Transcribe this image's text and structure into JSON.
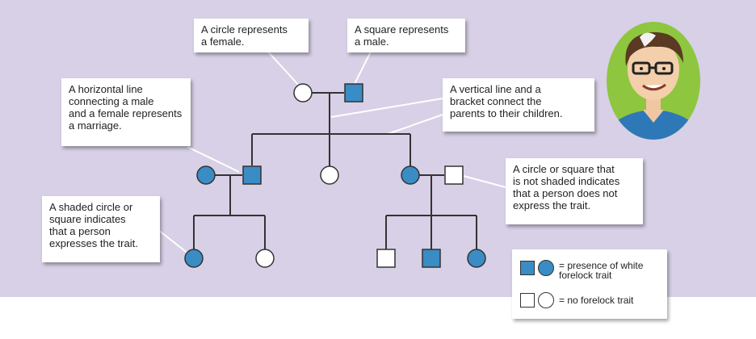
{
  "colors": {
    "background": "#d7d0e6",
    "shaded": "#3a8cc4",
    "unshaded": "#ffffff",
    "line": "#333333"
  },
  "callouts": {
    "circle": "A circle represents\na female.",
    "square": "A square represents\na male.",
    "marriage": "A horizontal line\nconnecting a male\nand a female represents\na marriage.",
    "vertical": "A vertical line and a\nbracket connect the\nparents to their children.",
    "shaded": "A shaded circle or\nsquare indicates\nthat a person\nexpresses the trait.",
    "unshaded": "A circle or square that\nis not shaded indicates\nthat a person does not\nexpress the trait."
  },
  "legend": {
    "presence": "= presence of white\nforelock trait",
    "absence": "= no forelock trait"
  },
  "pedigree": [
    {
      "generation": 1,
      "sex": "female",
      "shaded": false
    },
    {
      "generation": 1,
      "sex": "male",
      "shaded": true
    },
    {
      "generation": 2,
      "sex": "female",
      "shaded": true
    },
    {
      "generation": 2,
      "sex": "male",
      "shaded": true
    },
    {
      "generation": 2,
      "sex": "female",
      "shaded": false
    },
    {
      "generation": 2,
      "sex": "female",
      "shaded": true
    },
    {
      "generation": 2,
      "sex": "male",
      "shaded": false
    },
    {
      "generation": 3,
      "sex": "female",
      "shaded": true
    },
    {
      "generation": 3,
      "sex": "female",
      "shaded": false
    },
    {
      "generation": 3,
      "sex": "male",
      "shaded": false
    },
    {
      "generation": 3,
      "sex": "male",
      "shaded": true
    },
    {
      "generation": 3,
      "sex": "female",
      "shaded": true
    }
  ],
  "icons": {
    "portrait": "cartoon-man-with-white-forelock"
  }
}
